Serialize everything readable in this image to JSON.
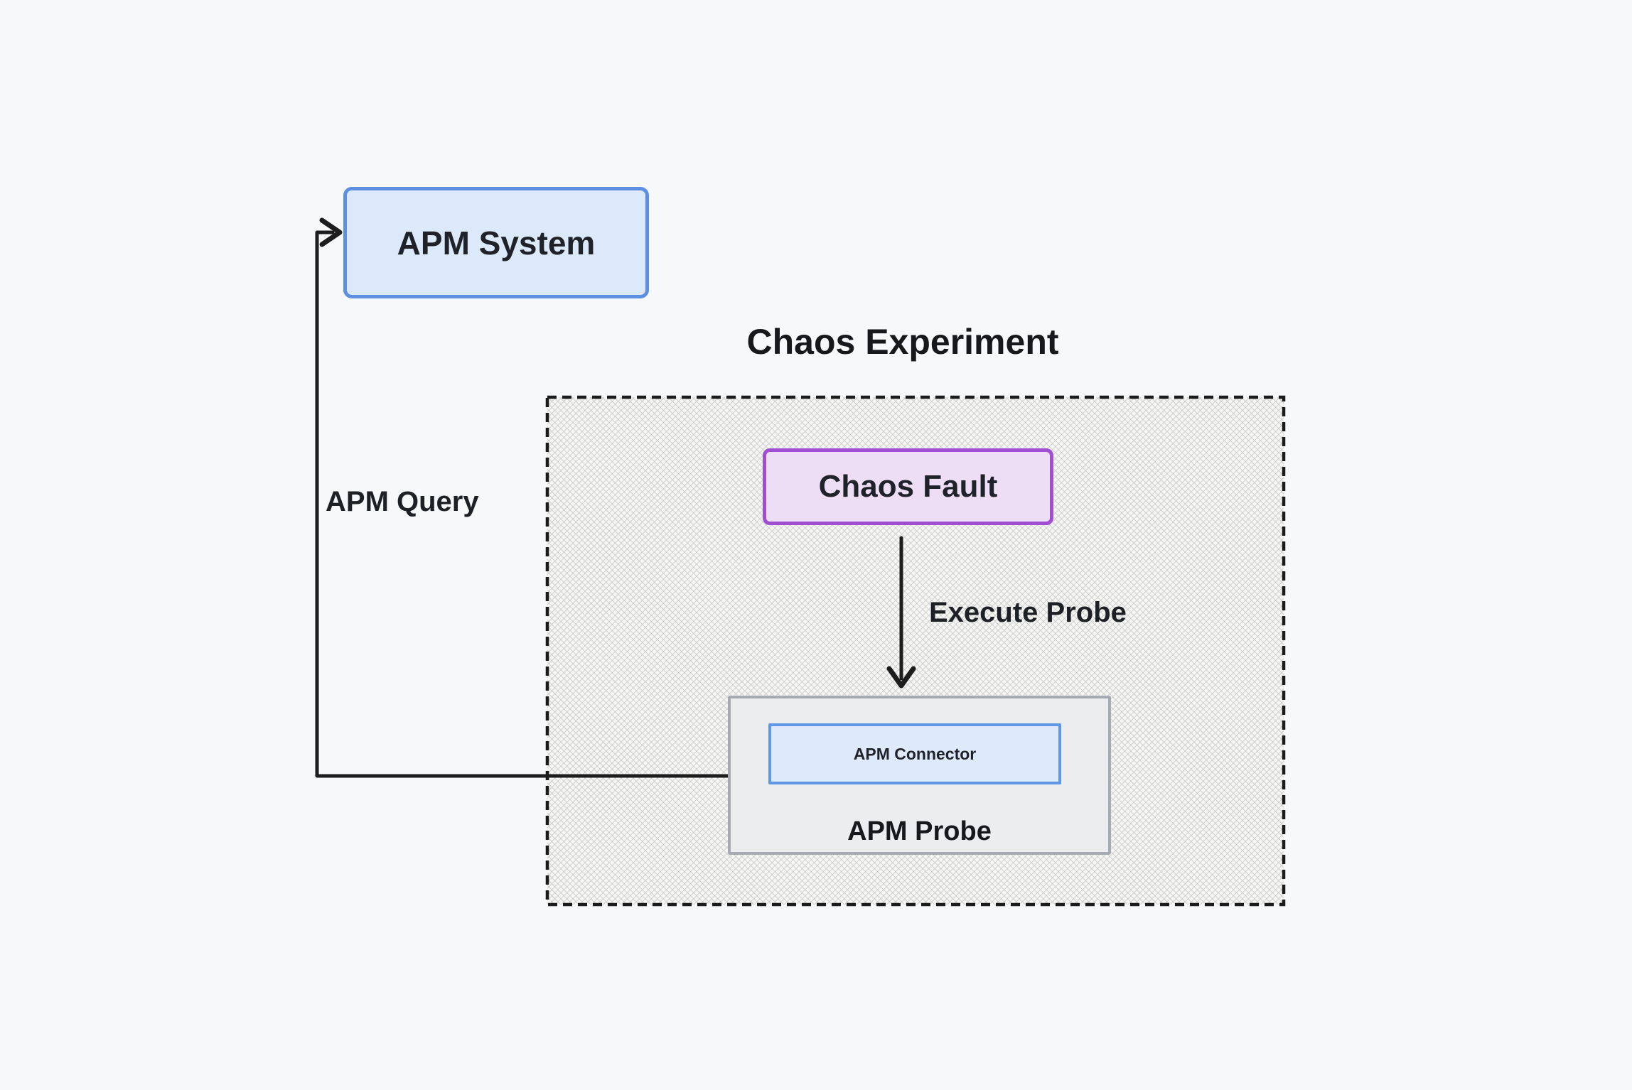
{
  "diagram": {
    "background_color": "#f7f8fa",
    "line_color": "#1d1d1d",
    "group": {
      "title": "Chaos Experiment",
      "border_style": "dashed",
      "border_color": "#1b1b1b",
      "fill_pattern": "gray-crosshatch"
    },
    "nodes": {
      "apm_system": {
        "label": "APM System",
        "fill": "#dce9fa",
        "border": "#5b90e3"
      },
      "chaos_fault": {
        "label": "Chaos Fault",
        "fill": "#eddef6",
        "border": "#a14fd2"
      },
      "apm_probe": {
        "label": "APM Probe",
        "fill": "#ebedee",
        "border": "#a6aab3"
      },
      "apm_connector": {
        "label": "APM Connector",
        "fill": "#deeafb",
        "border": "#5f98e6"
      }
    },
    "edges": {
      "apm_query": {
        "label": "APM Query",
        "from": "apm_probe",
        "to": "apm_system",
        "color": "#1d1d1d"
      },
      "execute_probe": {
        "label": "Execute Probe",
        "from": "chaos_fault",
        "to": "apm_probe",
        "color": "#1d1d1d"
      }
    }
  }
}
